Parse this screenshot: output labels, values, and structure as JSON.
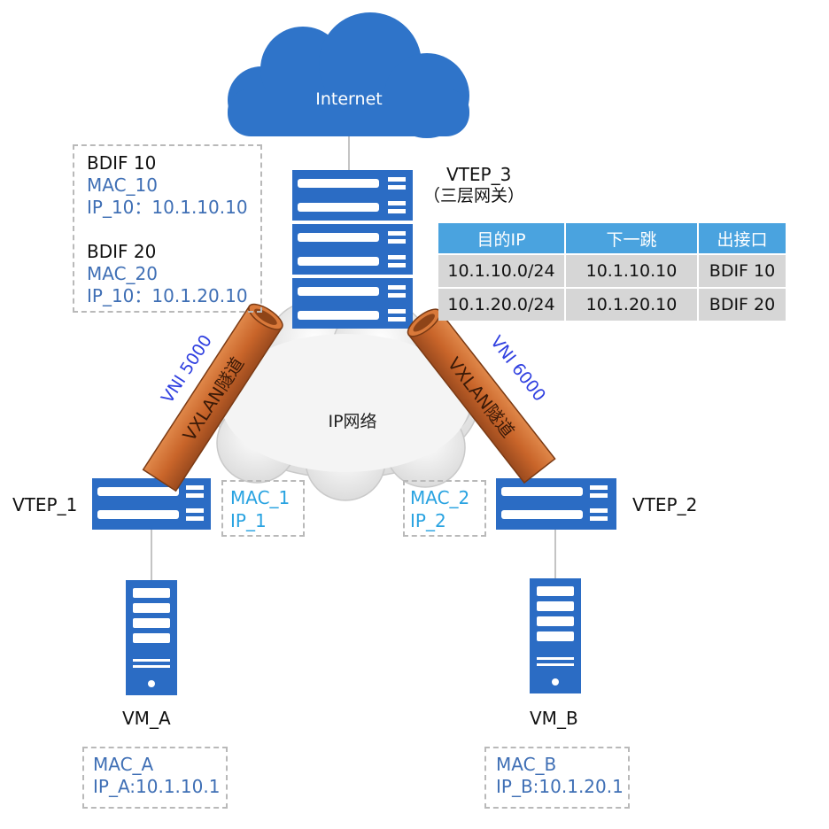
{
  "cloud": {
    "internet": "Internet",
    "ip_network": "IP网络"
  },
  "vtep3": {
    "name": "VTEP_3",
    "role": "（三层网关）",
    "bdif10": {
      "title": "BDIF 10",
      "mac": "MAC_10",
      "ip": "IP_10：10.1.10.10"
    },
    "bdif20": {
      "title": "BDIF 20",
      "mac": "MAC_20",
      "ip": "IP_10：10.1.20.10"
    }
  },
  "route_table": {
    "headers": [
      "目的IP",
      "下一跳",
      "出接口"
    ],
    "rows": [
      [
        "10.1.10.0/24",
        "10.1.10.10",
        "BDIF 10"
      ],
      [
        "10.1.20.0/24",
        "10.1.20.10",
        "BDIF 20"
      ]
    ]
  },
  "tunnels": {
    "left": {
      "vni": "VNI 5000",
      "label": "VXLAN隧道"
    },
    "right": {
      "vni": "VNI 6000",
      "label": "VXLAN隧道"
    }
  },
  "vtep1": {
    "name": "VTEP_1",
    "mac": "MAC_1",
    "ip": "IP_1"
  },
  "vtep2": {
    "name": "VTEP_2",
    "mac": "MAC_2",
    "ip": "IP_2"
  },
  "vm_a": {
    "name": "VM_A",
    "mac": "MAC_A",
    "ip": "IP_A:10.1.10.1"
  },
  "vm_b": {
    "name": "VM_B",
    "mac": "MAC_B",
    "ip": "IP_B:10.1.20.1"
  },
  "colors": {
    "cloud_blue": "#2f74c9",
    "device_blue": "#2b6cc4",
    "tunnel_orange": "#cf6d2c",
    "table_header": "#4aa3df",
    "table_cell": "#d6d6d6",
    "vni_text": "#2f3fe0"
  }
}
